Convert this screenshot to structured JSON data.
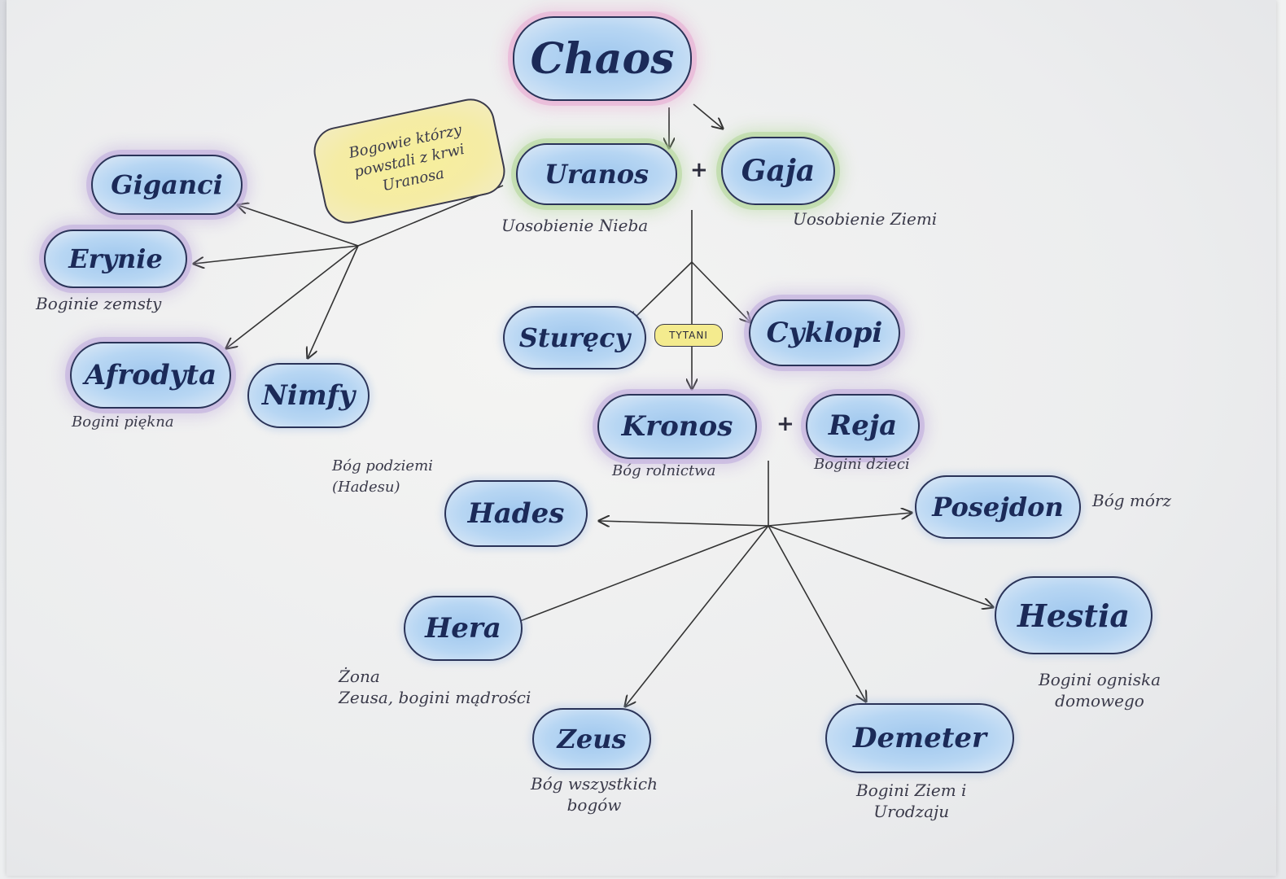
{
  "nodes": {
    "chaos": "Chaos",
    "uranos": "Uranos",
    "gaja": "Gaja",
    "giganci": "Giganci",
    "erynie": "Erynie",
    "afrodyta": "Afrodyta",
    "nimfy": "Nimfy",
    "sturecy": "Sturęcy",
    "cyklopi": "Cyklopi",
    "kronos": "Kronos",
    "reja": "Reja",
    "hades": "Hades",
    "posejdon": "Posejdon",
    "hera": "Hera",
    "hestia": "Hestia",
    "zeus": "Zeus",
    "demeter": "Demeter"
  },
  "notes": {
    "uranos_desc": "Uosobienie Nieba",
    "gaja_desc": "Uosobienie Ziemi",
    "erynie_desc": "Boginie zemsty",
    "afrodyta_desc": "Bogini piękna",
    "kronos_desc": "Bóg rolnictwa",
    "reja_desc": "Bogini dzieci",
    "hades_desc": "Bóg podziemi\n(Hadesu)",
    "posejdon_desc": "Bóg mórz",
    "hera_desc": "Żona\nZeusa, bogini mądrości",
    "hestia_desc": "Bogini ogniska\ndomowego",
    "zeus_desc": "Bóg wszystkich\nbogów",
    "demeter_desc": "Bogini Ziem i\nUrodzaju"
  },
  "sticky_note": "Bogowie którzy\npowstali z krwi\nUranosa",
  "tytani_label": "TYTANI",
  "plus_sign": "+"
}
